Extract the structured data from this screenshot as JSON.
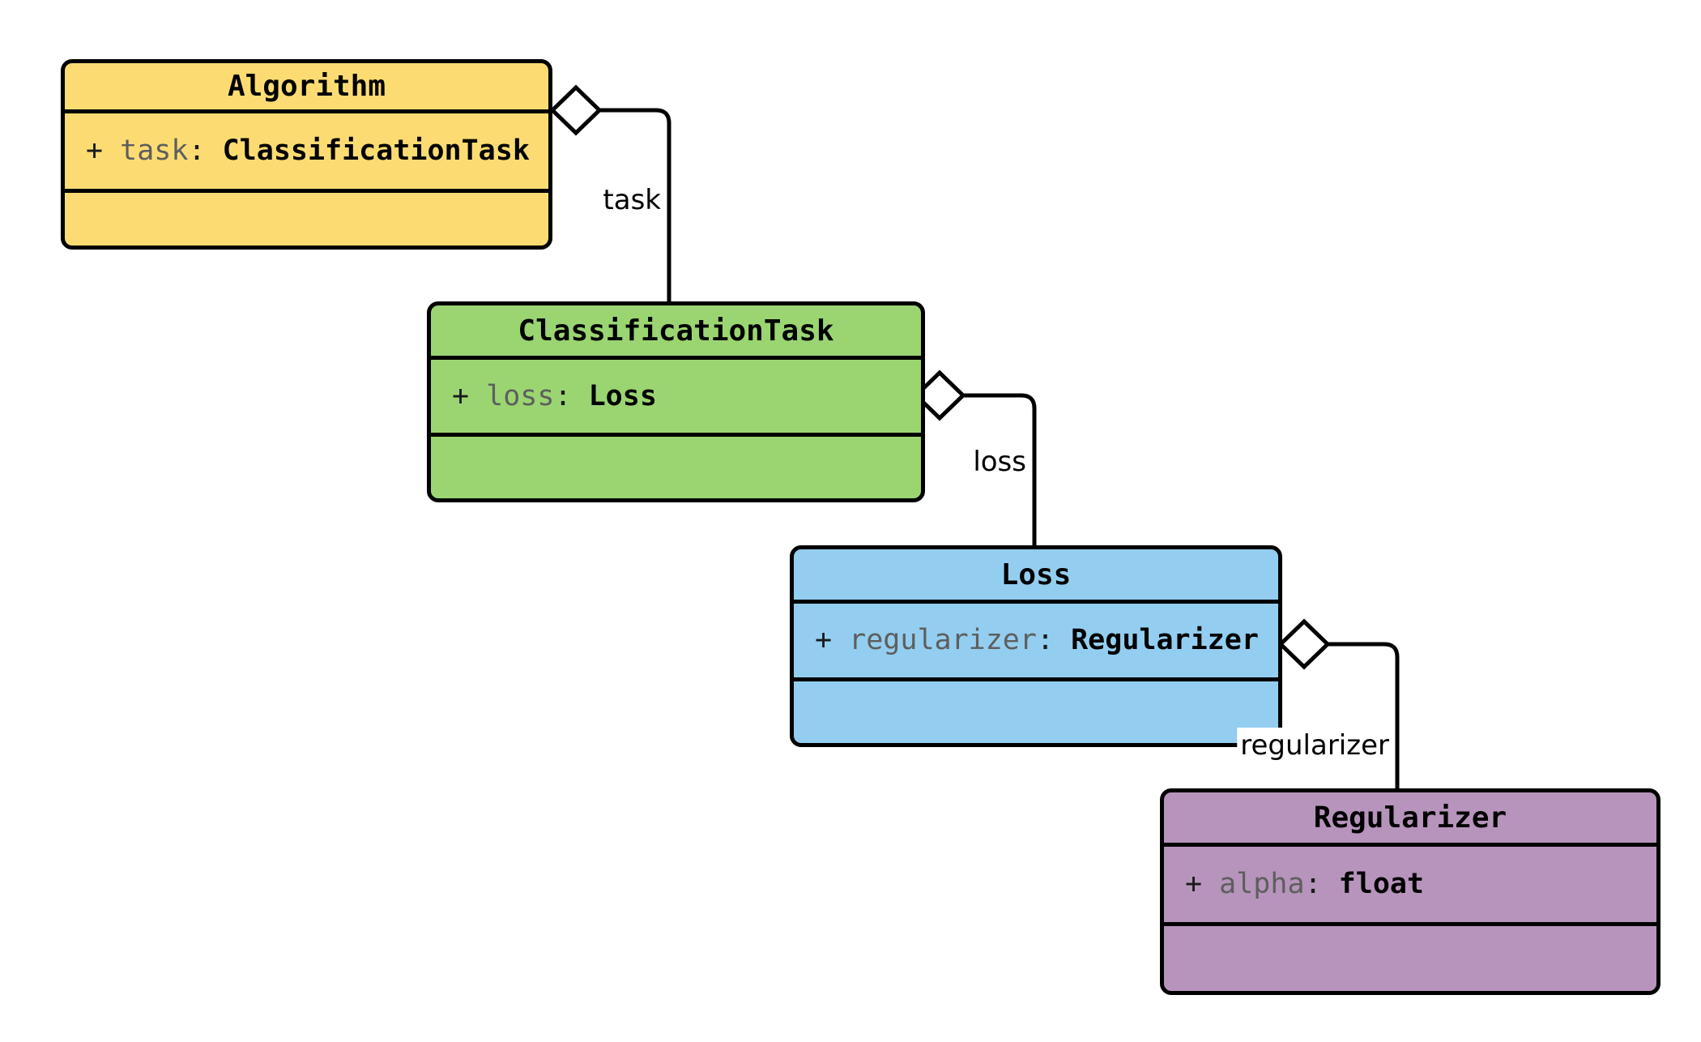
{
  "diagram": {
    "type": "uml-class-diagram",
    "background": "#ffffff",
    "line_color": "#000000",
    "classes": [
      {
        "id": "algorithm",
        "name": "Algorithm",
        "fill": "#FCDC72",
        "attributes": [
          {
            "visibility": "+",
            "name": "task",
            "separator": ":",
            "type": "ClassificationTask"
          }
        ],
        "methods": []
      },
      {
        "id": "classificationtask",
        "name": "ClassificationTask",
        "fill": "#9BD572",
        "attributes": [
          {
            "visibility": "+",
            "name": "loss",
            "separator": ":",
            "type": "Loss"
          }
        ],
        "methods": []
      },
      {
        "id": "loss",
        "name": "Loss",
        "fill": "#93CEF0",
        "attributes": [
          {
            "visibility": "+",
            "name": "regularizer",
            "separator": ":",
            "type": "Regularizer"
          }
        ],
        "methods": []
      },
      {
        "id": "regularizer",
        "name": "Regularizer",
        "fill": "#B794BC",
        "attributes": [
          {
            "visibility": "+",
            "name": "alpha",
            "separator": ":",
            "type": "float"
          }
        ],
        "methods": []
      }
    ],
    "relations": [
      {
        "id": "rel-task",
        "kind": "aggregation",
        "from": "Algorithm",
        "to": "ClassificationTask",
        "label": "task"
      },
      {
        "id": "rel-loss",
        "kind": "aggregation",
        "from": "ClassificationTask",
        "to": "Loss",
        "label": "loss"
      },
      {
        "id": "rel-regularizer",
        "kind": "aggregation",
        "from": "Loss",
        "to": "Regularizer",
        "label": "regularizer"
      }
    ]
  }
}
